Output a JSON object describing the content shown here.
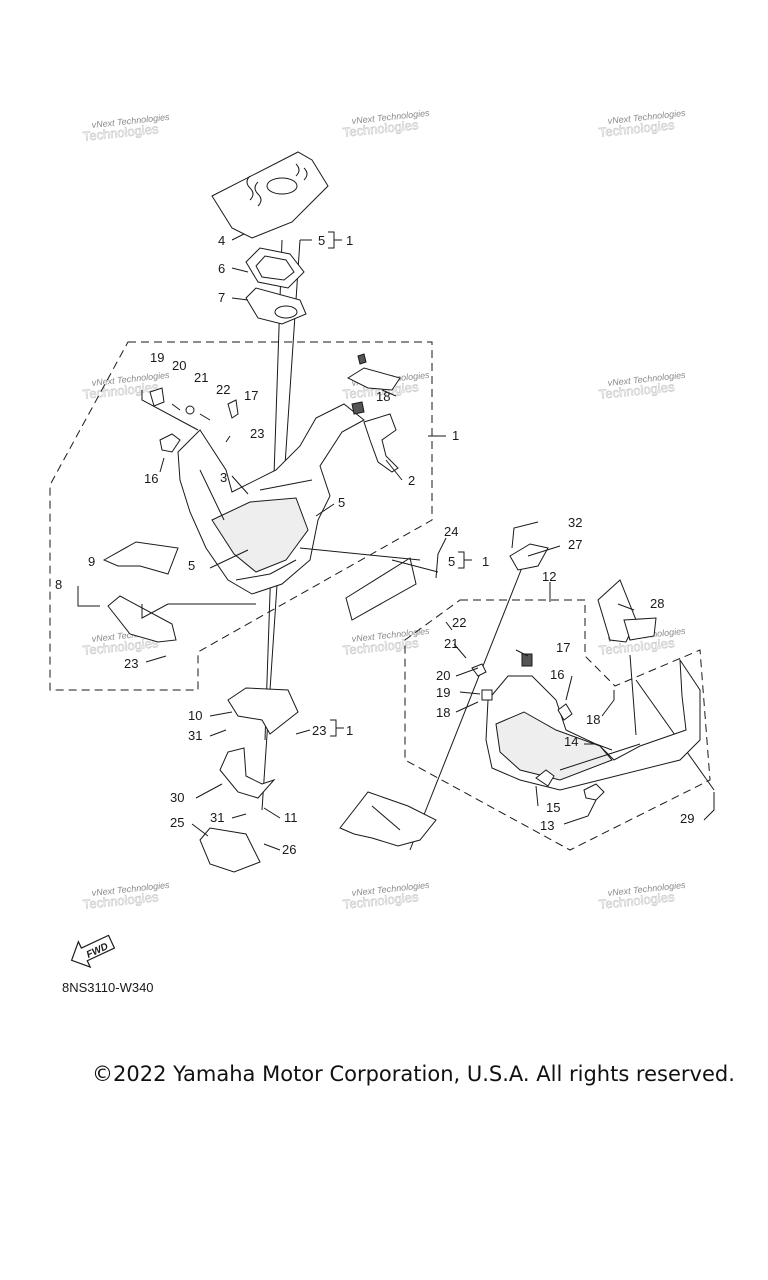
{
  "diagram": {
    "code": "8NS3110-W340",
    "fwd_label": "FWD",
    "callouts": [
      {
        "id": "c4",
        "text": "4"
      },
      {
        "id": "c5a",
        "text": "5"
      },
      {
        "id": "c1a",
        "text": "1"
      },
      {
        "id": "c6",
        "text": "6"
      },
      {
        "id": "c7",
        "text": "7"
      },
      {
        "id": "c19a",
        "text": "19"
      },
      {
        "id": "c20a",
        "text": "20"
      },
      {
        "id": "c21a",
        "text": "21"
      },
      {
        "id": "c22a",
        "text": "22"
      },
      {
        "id": "c17a",
        "text": "17"
      },
      {
        "id": "c18a",
        "text": "18"
      },
      {
        "id": "c23a",
        "text": "23"
      },
      {
        "id": "c1b",
        "text": "1"
      },
      {
        "id": "c16a",
        "text": "16"
      },
      {
        "id": "c3",
        "text": "3"
      },
      {
        "id": "c2",
        "text": "2"
      },
      {
        "id": "c5b",
        "text": "5"
      },
      {
        "id": "c5c",
        "text": "5"
      },
      {
        "id": "c24",
        "text": "24"
      },
      {
        "id": "c5d",
        "text": "5"
      },
      {
        "id": "c1c",
        "text": "1"
      },
      {
        "id": "c9",
        "text": "9"
      },
      {
        "id": "c8",
        "text": "8"
      },
      {
        "id": "c23b",
        "text": "23"
      },
      {
        "id": "c32",
        "text": "32"
      },
      {
        "id": "c27",
        "text": "27"
      },
      {
        "id": "c12",
        "text": "12"
      },
      {
        "id": "c28",
        "text": "28"
      },
      {
        "id": "c22b",
        "text": "22"
      },
      {
        "id": "c21b",
        "text": "21"
      },
      {
        "id": "c17b",
        "text": "17"
      },
      {
        "id": "c20b",
        "text": "20"
      },
      {
        "id": "c16b",
        "text": "16"
      },
      {
        "id": "c19b",
        "text": "19"
      },
      {
        "id": "c18b",
        "text": "18"
      },
      {
        "id": "c18c",
        "text": "18"
      },
      {
        "id": "c10",
        "text": "10"
      },
      {
        "id": "c23c",
        "text": "23"
      },
      {
        "id": "c1d",
        "text": "1"
      },
      {
        "id": "c31a",
        "text": "31"
      },
      {
        "id": "c14",
        "text": "14"
      },
      {
        "id": "c30",
        "text": "30"
      },
      {
        "id": "c15",
        "text": "15"
      },
      {
        "id": "c31b",
        "text": "31"
      },
      {
        "id": "c11",
        "text": "11"
      },
      {
        "id": "c13",
        "text": "13"
      },
      {
        "id": "c29",
        "text": "29"
      },
      {
        "id": "c25",
        "text": "25"
      },
      {
        "id": "c26",
        "text": "26"
      }
    ],
    "watermark": {
      "line1": "vNext Technologies",
      "line2": "Technologies"
    }
  },
  "footer": {
    "copyright": "©2022 Yamaha Motor Corporation, U.S.A. All rights reserved."
  }
}
